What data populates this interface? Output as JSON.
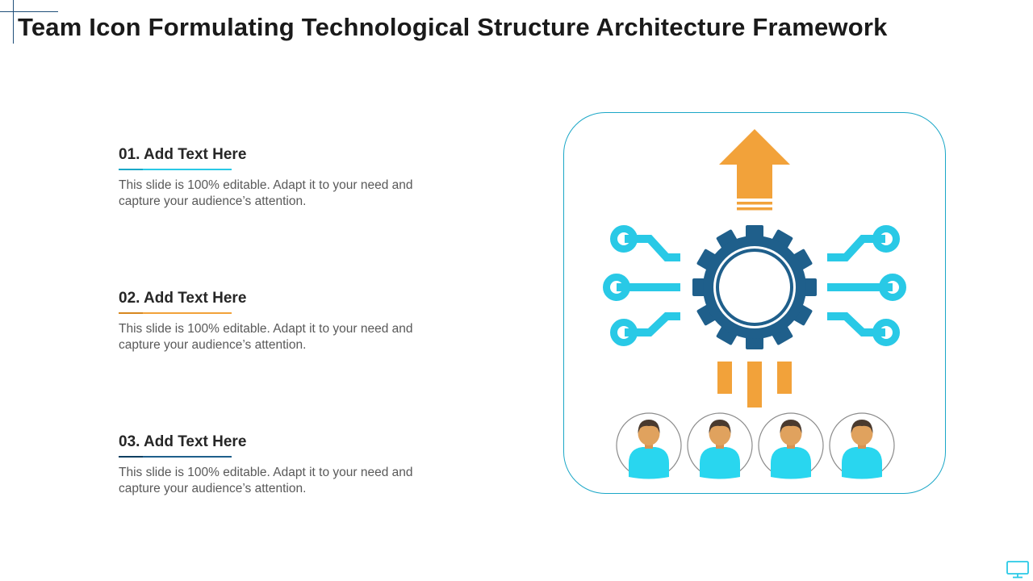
{
  "slide": {
    "title": "Team Icon Formulating Technological Structure Architecture Framework"
  },
  "items": [
    {
      "heading": "01. Add Text Here",
      "body_line1": "This slide is 100% editable. Adapt it to your need and",
      "body_line2": "capture your audience’s attention."
    },
    {
      "heading": "02. Add Text Here",
      "body_line1": "This slide is 100% editable. Adapt it to your need and",
      "body_line2": "capture your audience’s attention."
    },
    {
      "heading": "03. Add Text Here",
      "body_line1": "This slide is 100% editable. Adapt it to your need and",
      "body_line2": "capture your audience’s attention."
    }
  ],
  "icons": [
    "up-arrow-icon",
    "gear-icon",
    "circuit-icon",
    "person-icon",
    "monitor-icon"
  ],
  "colors": {
    "orange": "#f2a23a",
    "cyan": "#29c9e6",
    "navy": "#1f5f8b",
    "frame": "#1ba7c7",
    "skin": "#e0a25e",
    "hair": "#4a3a2e"
  }
}
